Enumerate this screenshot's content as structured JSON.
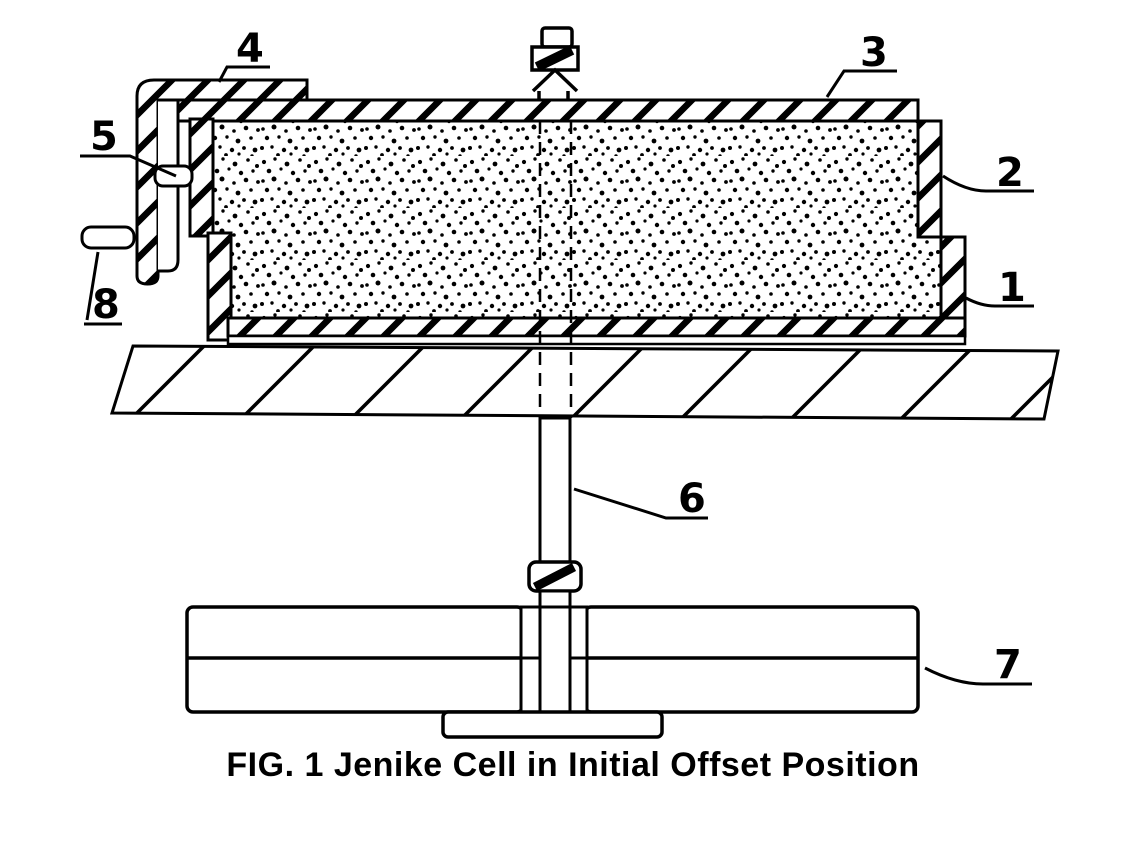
{
  "figure": {
    "caption": "FIG. 1 Jenike Cell in Initial Offset Position",
    "labels": {
      "l1": "1",
      "l2": "2",
      "l3": "3",
      "l4": "4",
      "l5": "5",
      "l6": "6",
      "l7": "7",
      "l8": "8"
    }
  },
  "colors": {
    "ink": "#000000",
    "paper": "#ffffff"
  }
}
